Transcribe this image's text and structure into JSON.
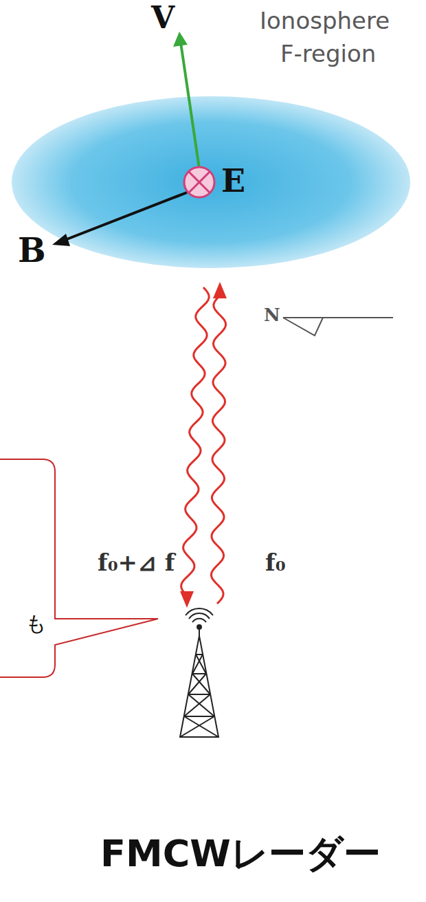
{
  "diagram": {
    "title": "FMCWレーダー",
    "nodes": [
      {
        "text": [
          "も"
        ]
      }
    ],
    "labels": [
      "V",
      "Ionosphere",
      "F-region",
      "E",
      "B",
      "N",
      "f₀+⊿ f",
      "f₀"
    ]
  }
}
